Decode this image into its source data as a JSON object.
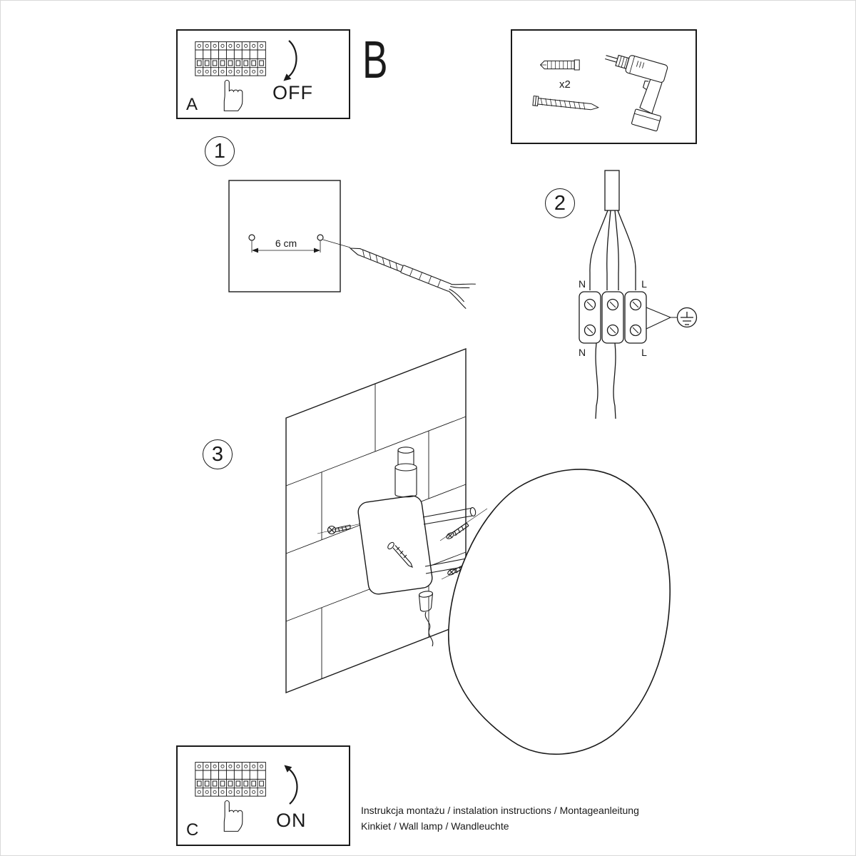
{
  "colors": {
    "line": "#1a1a1a",
    "background": "#ffffff"
  },
  "panel_a": {
    "label": "A",
    "action": "OFF"
  },
  "section_b": {
    "label": "B"
  },
  "tools": {
    "count": "x2"
  },
  "step1": {
    "number": "1",
    "dimension": "6 cm"
  },
  "step2": {
    "number": "2",
    "labels": {
      "n_top": "N",
      "l_top": "L",
      "n_bottom": "N",
      "l_bottom": "L"
    }
  },
  "step3": {
    "number": "3"
  },
  "panel_c": {
    "label": "C",
    "action": "ON"
  },
  "footer": {
    "line1": "Instrukcja montażu / instalation instructions / Montageanleitung",
    "line2": "Kinkiet / Wall lamp / Wandleuchte"
  }
}
